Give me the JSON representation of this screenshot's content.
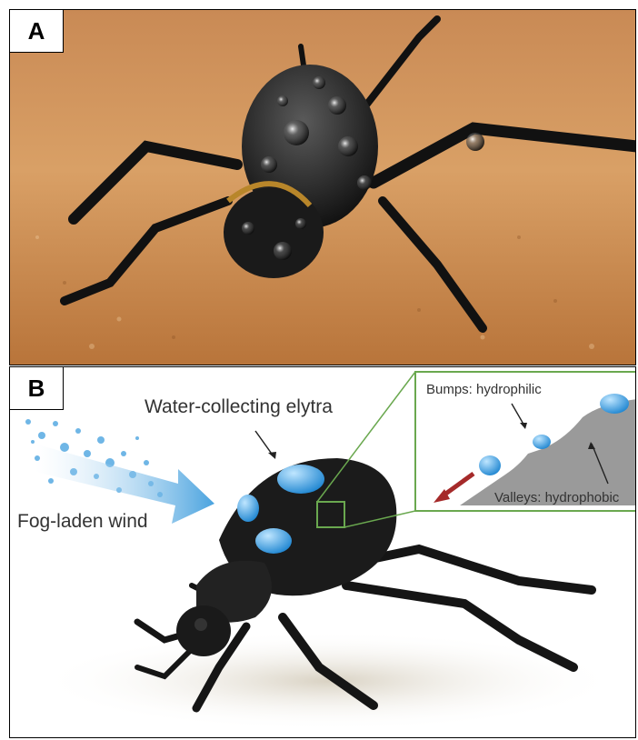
{
  "panels": {
    "a": {
      "label": "A"
    },
    "b": {
      "label": "B"
    }
  },
  "annotations": {
    "elytra": "Water-collecting elytra",
    "wind": "Fog-laden wind",
    "bumps": "Bumps: hydrophilic",
    "valleys": "Valleys: hydrophobic"
  },
  "colors": {
    "sand": "#d9a066",
    "beetle": "#1c1c1c",
    "water": "#3a9fe0",
    "inset_border": "#6aa84f",
    "rock": "#9a9a9a",
    "arrow_red": "#a52a2a"
  }
}
